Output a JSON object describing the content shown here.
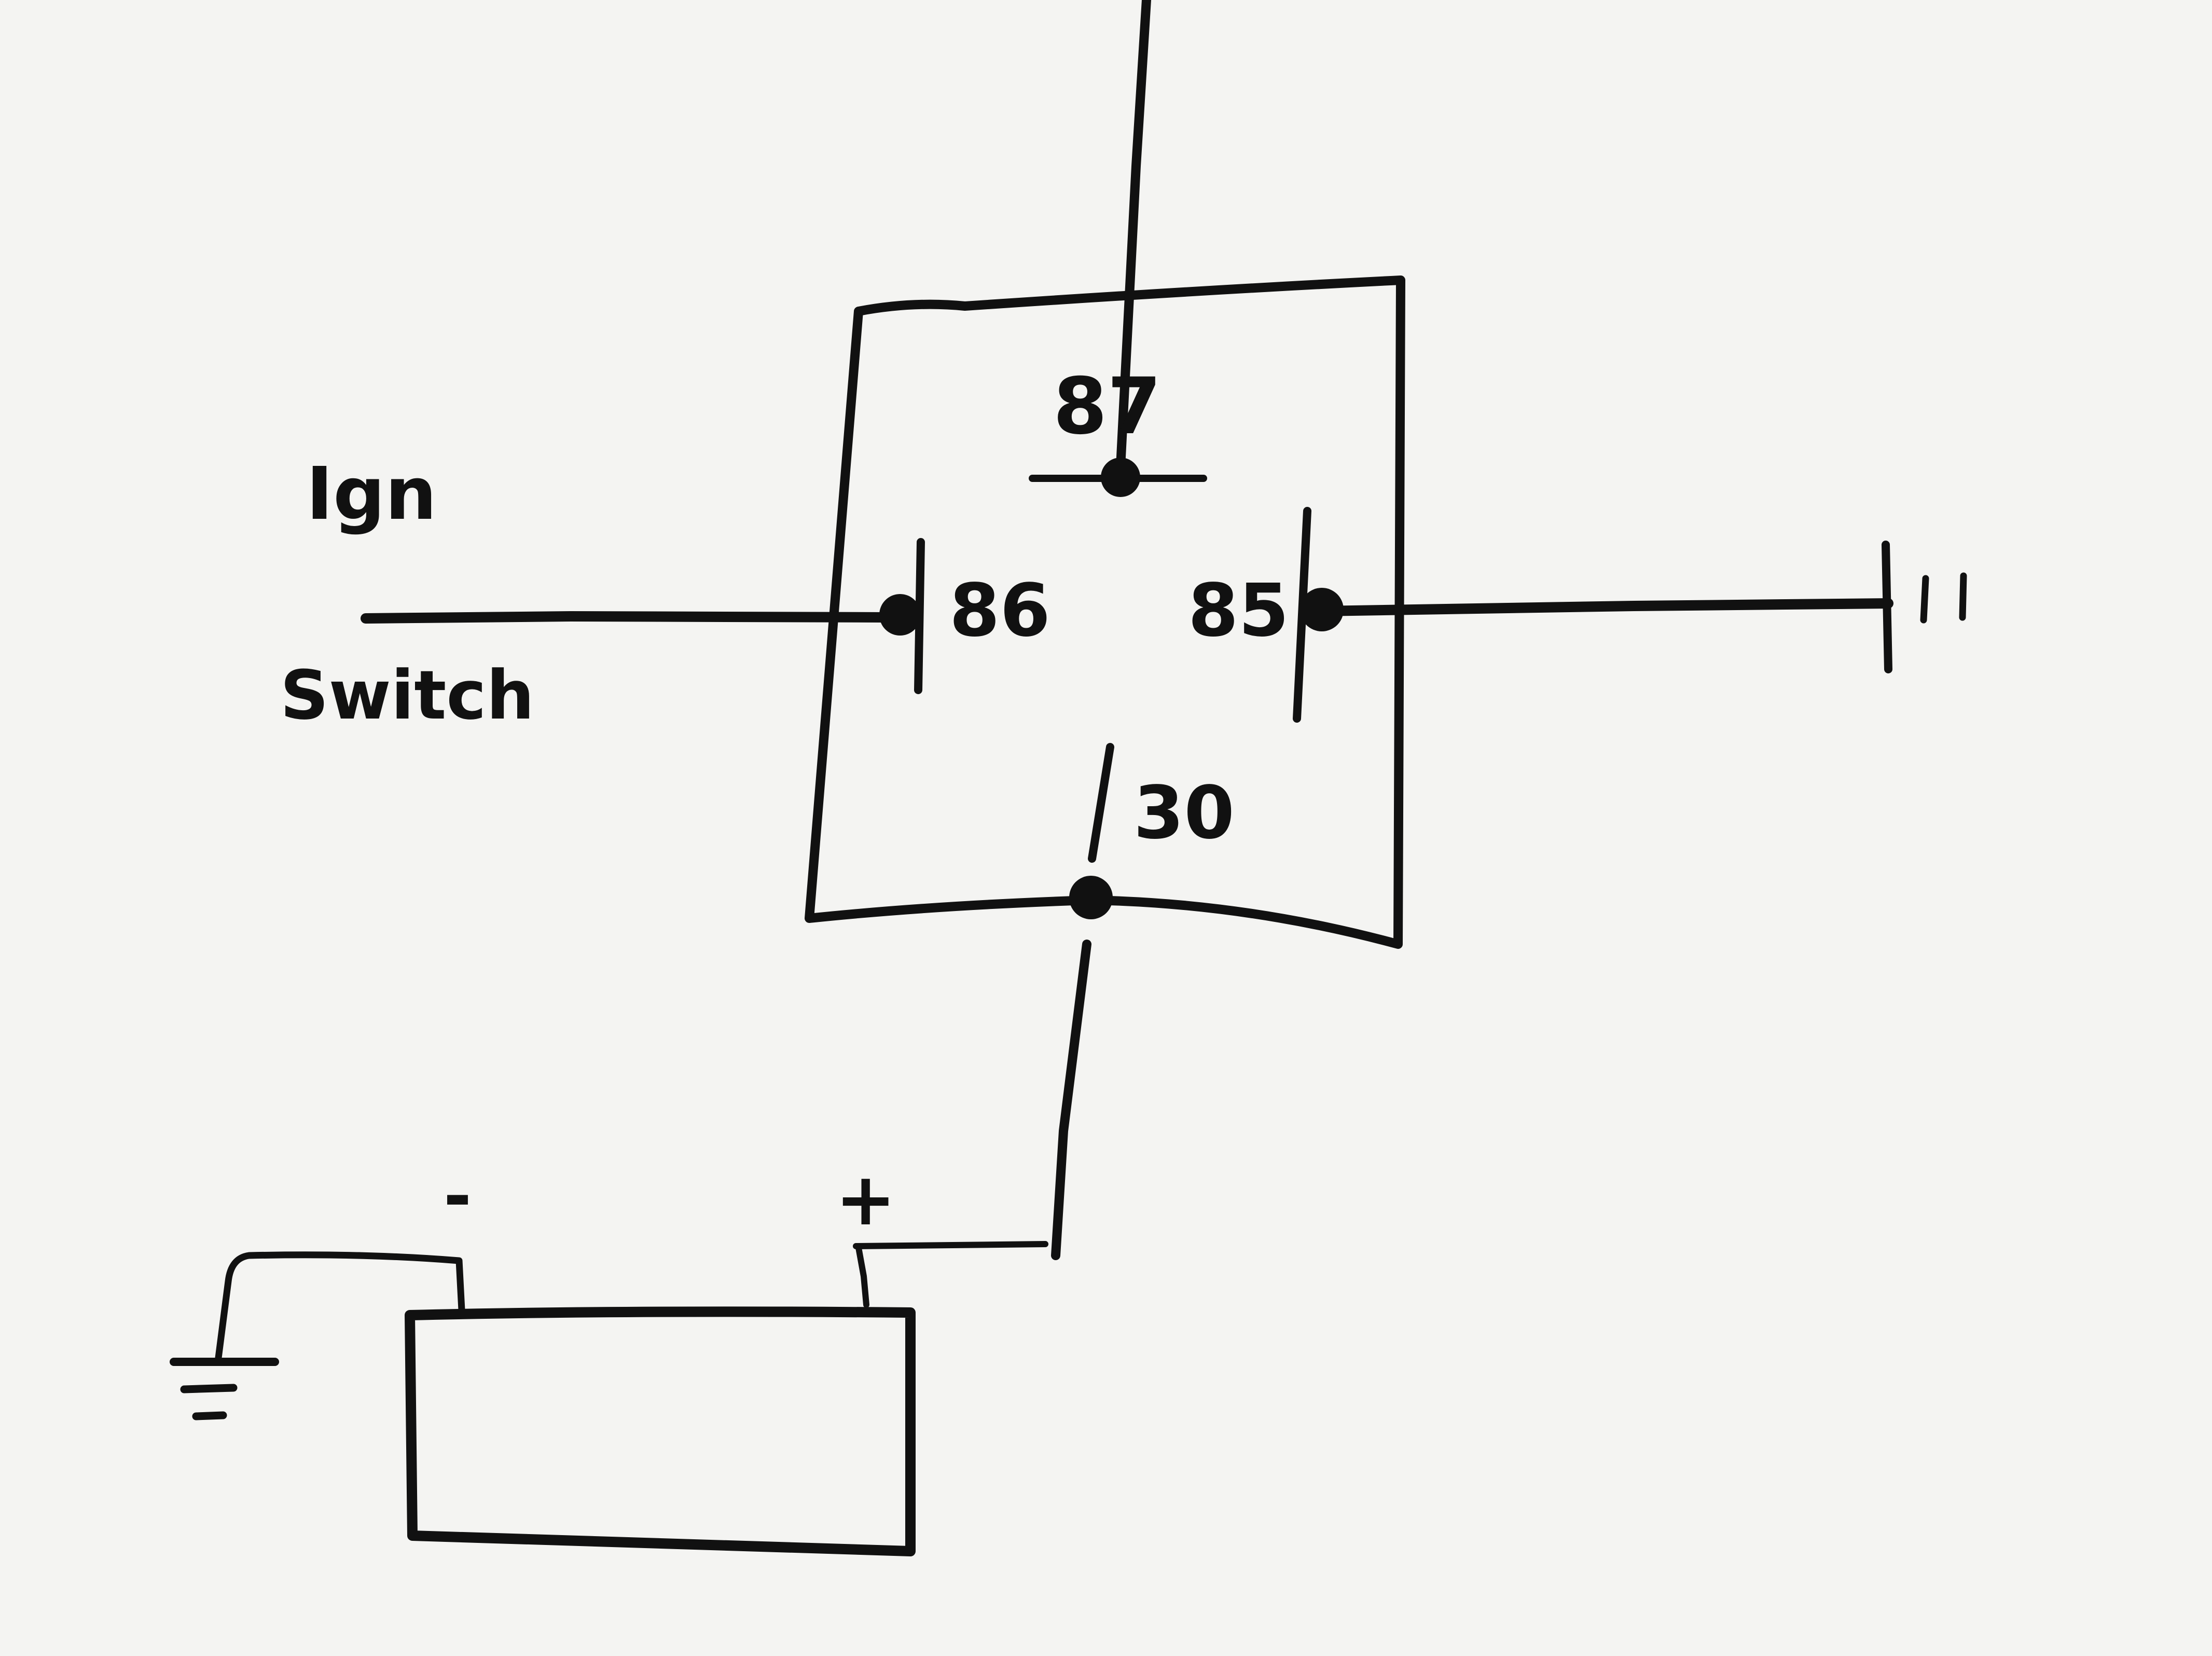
{
  "labels": {
    "ign": "Ign",
    "switch": "Switch",
    "pin_87": "87",
    "pin_86": "86",
    "pin_85": "85",
    "pin_30": "30",
    "battery_negative": "-",
    "battery_positive": "+"
  },
  "colors": {
    "paper": "#f4f4f2",
    "ink": "#111111"
  }
}
